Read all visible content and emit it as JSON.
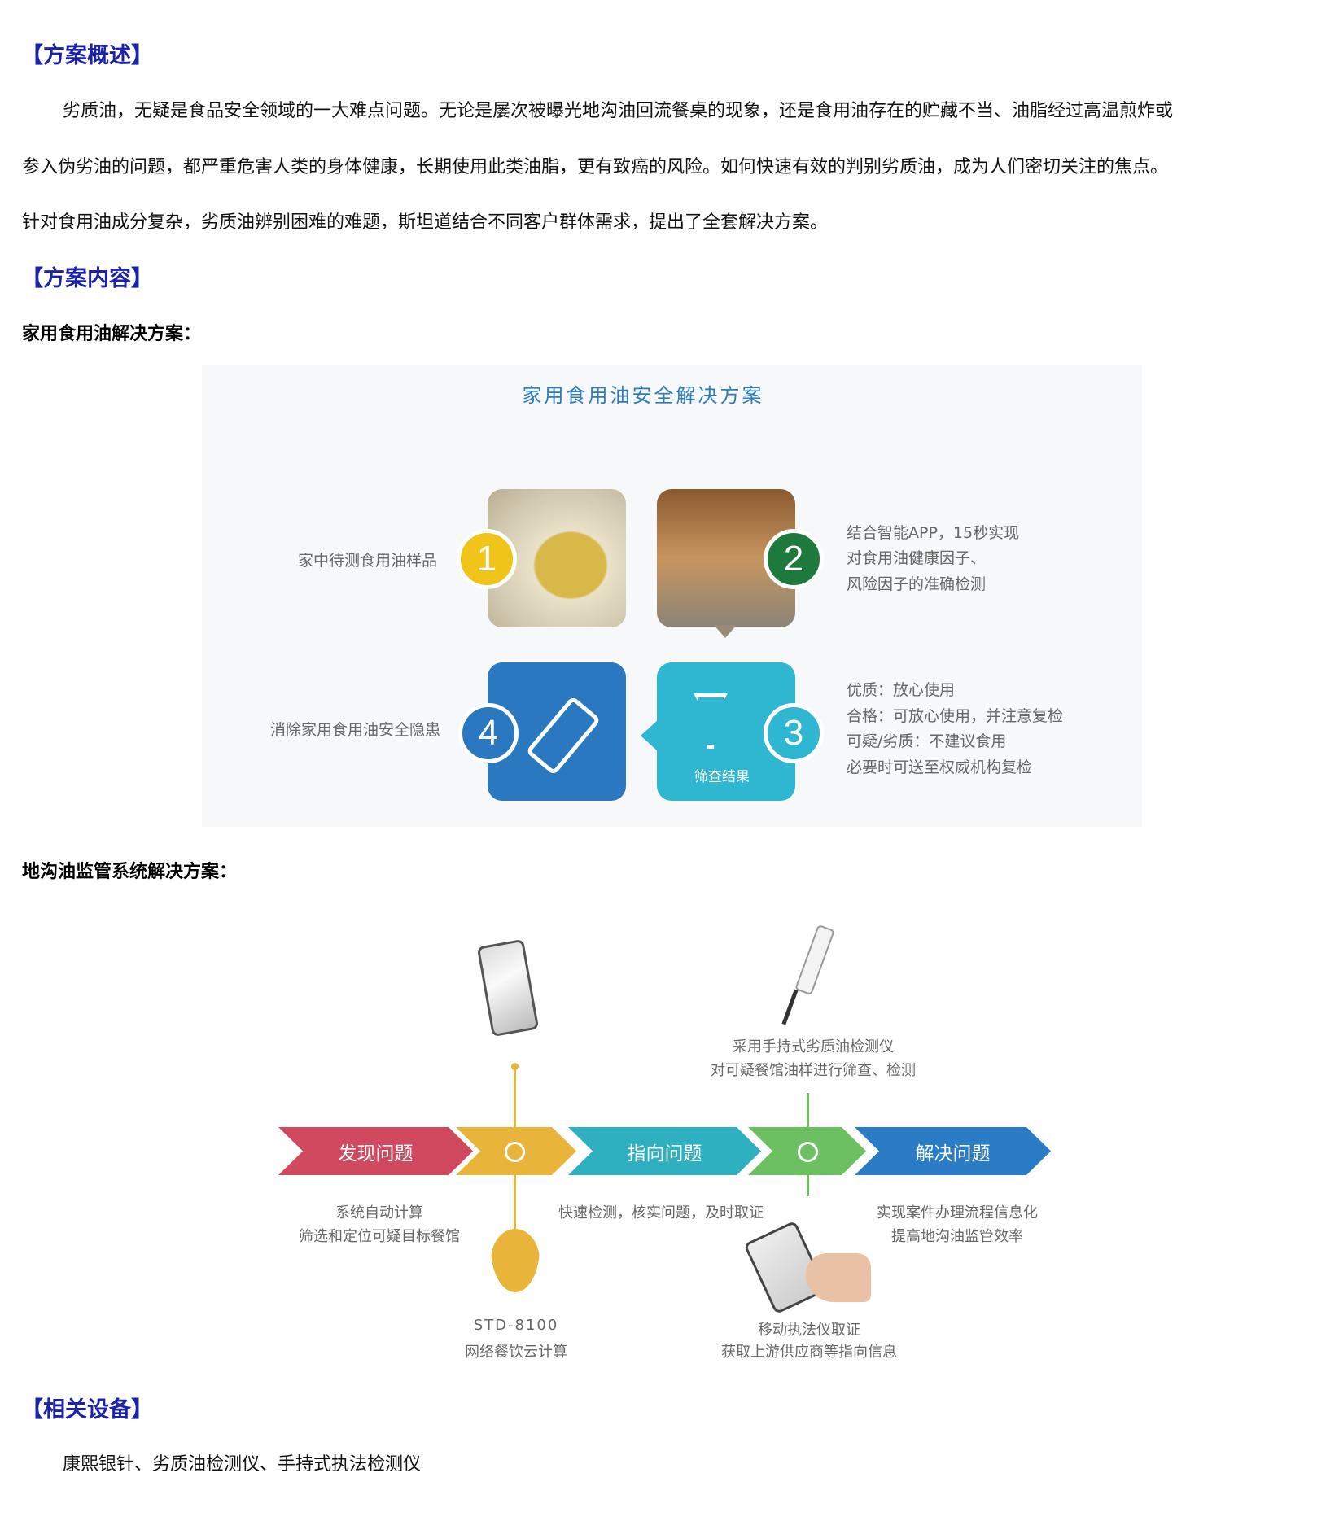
{
  "section1": {
    "heading": "【方案概述】",
    "lines": [
      "劣质油，无疑是食品安全领域的一大难点问题。无论是屡次被曝光地沟油回流餐桌的现象，还是食用油存在的贮藏不当、油脂经过高温煎炸或",
      "参入伪劣油的问题，都严重危害人类的身体健康，长期使用此类油脂，更有致癌的风险。如何快速有效的判别劣质油，成为人们密切关注的焦点。",
      "针对食用油成分复杂，劣质油辨别困难的难题，斯坦道结合不同客户群体需求，提出了全套解决方案。"
    ]
  },
  "section2": {
    "heading": "【方案内容】",
    "home_title": "家用食用油解决方案：",
    "gutter_title": "地沟油监管系统解决方案："
  },
  "home_diagram": {
    "title": "家用食用油安全解决方案",
    "step1_label": "家中待测食用油样品",
    "step2_lines": [
      "结合智能APP，15秒实现",
      "对食用油健康因子、",
      "风险因子的准确检测"
    ],
    "step3_tile": "筛查结果",
    "step3_lines": [
      "优质：放心使用",
      "合格：可放心使用，并注意复检",
      "可疑/劣质：不建议食用",
      "必要时可送至权威机构复检"
    ],
    "step4_label": "消除家用食用油安全隐患",
    "numbers": [
      "1",
      "2",
      "3",
      "4"
    ],
    "colors": {
      "n1": "#f0c419",
      "n2": "#1e7a3c",
      "n3": "#2fb6d1",
      "n4": "#2a78c0"
    }
  },
  "gutter_diagram": {
    "stages": [
      "发现问题",
      "指向问题",
      "解决问题"
    ],
    "probe_lines": [
      "采用手持式劣质油检测仪",
      "对可疑餐馆油样进行筛查、检测"
    ],
    "stage1_lines": [
      "系统自动计算",
      "筛选和定位可疑目标餐馆"
    ],
    "stage2_line": "快速检测，核实问题，及时取证",
    "stage3_lines": [
      "实现案件办理流程信息化",
      "提高地沟油监管效率"
    ],
    "cloud_lines": [
      "STD-8100",
      "网络餐饮云计算"
    ],
    "mobile_lines": [
      "移动执法仪取证",
      "获取上游供应商等指向信息"
    ]
  },
  "section3": {
    "heading": "【相关设备】",
    "text": "康熙银针、劣质油检测仪、手持式执法检测仪"
  }
}
